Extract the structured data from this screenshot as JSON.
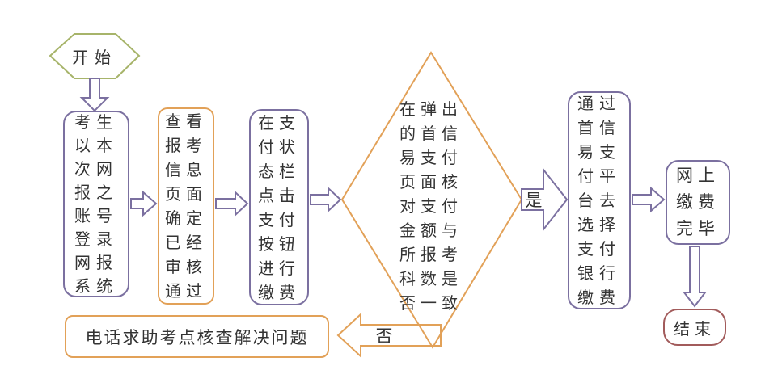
{
  "colors": {
    "purple": "#7b70a0",
    "orange": "#e2a158",
    "green": "#a7b46a",
    "red": "#a25b5b",
    "text": "#333333",
    "background": "#ffffff"
  },
  "nodes": {
    "start": {
      "label": "开始"
    },
    "step1": {
      "text": "考生\n以本\n次网\n报之\n账号\n登录\n网报\n系统"
    },
    "step2": {
      "text": "查看\n报考\n信息\n页面\n确定\n已经\n审核\n通过"
    },
    "step3": {
      "text": "在支\n付状\n态栏\n点击\n支付\n按钮\n进行\n缴费"
    },
    "decision": {
      "text": "在弹出\n的首信\n易支付\n页面核\n对支付\n金额与\n所报考\n科数是\n否一致"
    },
    "step4": {
      "text": "通过\n首信\n易支\n付平\n台去\n选择\n支付\n银行\n缴费"
    },
    "step5": {
      "text": "网上\n缴费\n完毕"
    },
    "end": {
      "label": "结束"
    },
    "help": {
      "label": "电话求助考点核查解决问题"
    }
  },
  "labels": {
    "yes": "是",
    "no": "否"
  }
}
